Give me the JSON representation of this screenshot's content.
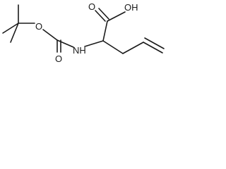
{
  "molecule": {
    "atoms": {
      "ester_oxygen": "O",
      "carbonyl_oxygen": "O",
      "amine": "NH",
      "acid_hydroxyl": "OH",
      "acid_carbonyl_oxygen": "O"
    }
  }
}
